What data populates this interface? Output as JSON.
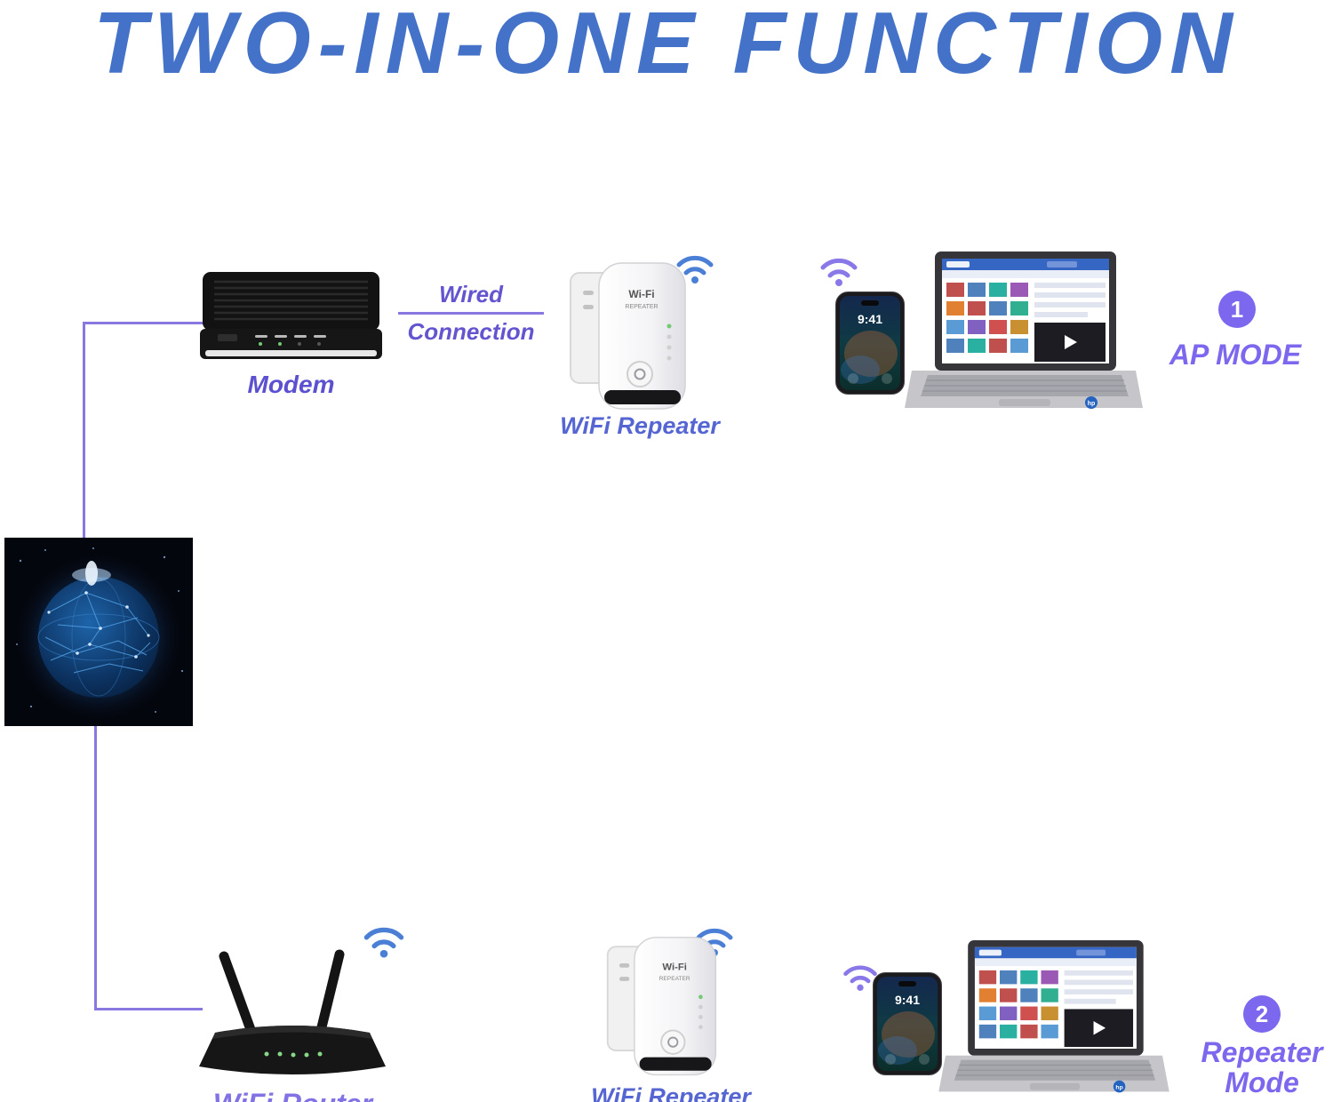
{
  "title": "TWO-IN-ONE FUNCTION",
  "ap_mode": {
    "modem_label": "Modem",
    "wired_line1": "Wired",
    "wired_line2": "Connection",
    "repeater_label": "WiFi Repeater",
    "badge": "1",
    "mode_label": "AP MODE"
  },
  "repeater_mode": {
    "router_label": "WiFi Router",
    "repeater_label": "WiFi Repeater",
    "badge": "2",
    "mode_line1": "Repeater",
    "mode_line2": "Mode"
  },
  "devices": {
    "phone_time": "9:41",
    "repeater_text_line1": "Wi-Fi",
    "repeater_text_line2": "REPEATER",
    "laptop_logo": "hp"
  },
  "colors": {
    "title_blue": "#4472c8",
    "label_purple": "#6355d0",
    "repeater_label_blue": "#5565d2",
    "mode_purple": "#7b68ee",
    "router_label_purple": "#8273e4",
    "wifi_icon_blue": "#4b7fd6",
    "wifi_icon_purple": "#8878e8",
    "connector_purple": "#8878e0"
  }
}
